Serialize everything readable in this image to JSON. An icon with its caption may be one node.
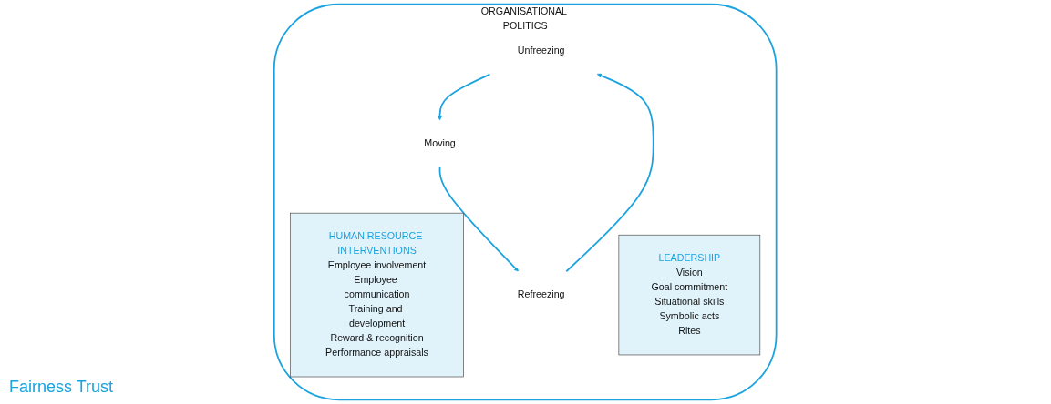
{
  "diagram": {
    "nodes": [
      {
        "text": [
          "ORGANISATIONAL POLITICS"
        ]
      },
      {
        "text": [
          "LEADERSHIP",
          "Vision",
          "Goal commitment",
          "Situational skills",
          "Symbolic acts",
          "Rites"
        ],
        "in": 0
      },
      {
        "text": [
          "Unfreezing"
        ],
        "in": 0
      },
      {
        "text": [
          "Refreezing"
        ],
        "in": 0
      },
      {
        "text": [
          "Moving"
        ],
        "in": 0
      },
      {
        "text": [
          "HUMAN RESOURCE INTERVENTIONS",
          "Employee involvement",
          "Employee communication",
          "Training and development",
          "Reward & recognition",
          "Performance appraisals"
        ],
        "in": 0
      }
    ],
    "edges": [
      {
        "from": 2,
        "to": 4,
        "arrow": "to"
      },
      {
        "from": 4,
        "to": 3,
        "arrow": "to"
      },
      {
        "from": 3,
        "to": 2,
        "arrow": "to"
      }
    ],
    "labels": [
      "Fairness Trust"
    ]
  }
}
